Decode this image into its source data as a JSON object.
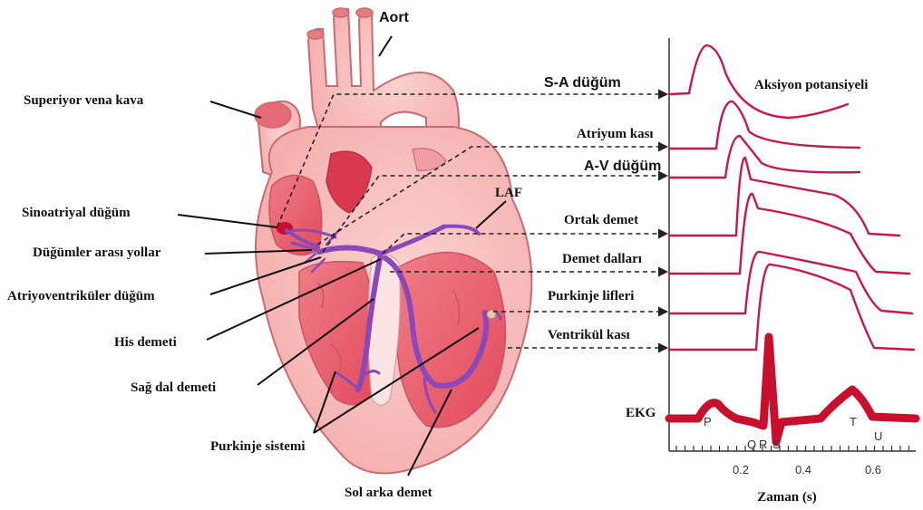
{
  "heart_labels": {
    "aort": "Aort",
    "superior_vena_cava": "Superiyor vena kava",
    "sinoatrial_node": "Sinoatriyal düğüm",
    "internodal_paths": "Düğümler arası yollar",
    "av_node": "Atriyoventriküler düğüm",
    "his_bundle": "His demeti",
    "right_bundle": "Sağ dal demeti",
    "purkinje_system": "Purkinje sistemi",
    "left_posterior_bundle": "Sol arka demet",
    "laf": "LAF"
  },
  "trace_labels": {
    "sa_node": "S-A düğüm",
    "action_potential": "Aksiyon potansiyeli",
    "atrial_muscle": "Atriyum kası",
    "av_node": "A-V düğüm",
    "common_bundle": "Ortak demet",
    "bundle_branches": "Demet dalları",
    "purkinje_fibers": "Purkinje lifleri",
    "ventricular_muscle": "Ventrikül kası"
  },
  "ecg": {
    "label": "EKG",
    "waves": {
      "p": "P",
      "q": "Q",
      "r": "R",
      "s": "S",
      "t": "T",
      "u": "U"
    }
  },
  "axis": {
    "xlabel": "Zaman (s)",
    "ticks": [
      "0.2",
      "0.4",
      "0.6"
    ]
  },
  "colors": {
    "trace": "#c8174e",
    "heart_outer": "#f3b5b5",
    "heart_inner": "#e95b6b",
    "conduction": "#8a48b8"
  }
}
